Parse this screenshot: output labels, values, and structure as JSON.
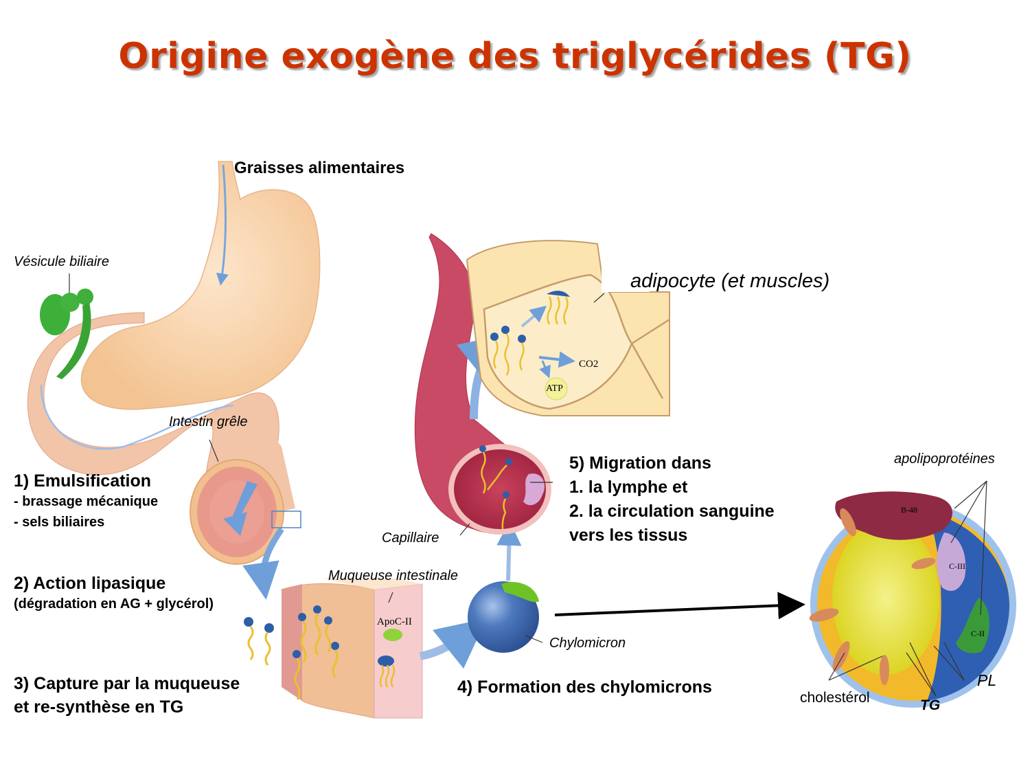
{
  "title": "Origine exogène des triglycérides (TG)",
  "colors": {
    "title": "#cc3300",
    "organ_flesh": "#f6c9a0",
    "intestine_pink": "#f1b9a6",
    "gallbladder_green": "#3aa335",
    "vessel_red": "#b8354e",
    "adipocyte_cream": "#fbe4b0",
    "arrow_blue": "#7aa6dd",
    "phospholipid_blue": "#2d5ea8",
    "fatty_acid_yellow": "#e9c12e",
    "apoB48": "#8e2a44",
    "apoCIII": "#c7a9d8",
    "apoCII": "#3a9a3a",
    "cholesterol": "#d98a5b"
  },
  "labels": {
    "food_fats": "Graisses alimentaires",
    "gallbladder": "Vésicule biliaire",
    "small_intestine": "Intestin grêle",
    "adipocyte": "adipocyte (et muscles)",
    "capillary": "Capillaire",
    "intestinal_mucosa": "Muqueuse intestinale",
    "apoc2_inset": "ApoC-II",
    "chylomicron": "Chylomicron",
    "co2": "CO2",
    "atp": "ATP"
  },
  "steps": [
    {
      "heading": "1) Emulsification",
      "lines": [
        "- brassage mécanique",
        "- sels biliaires"
      ]
    },
    {
      "heading": "2) Action lipasique",
      "lines": [
        "(dégradation en AG + glycérol)"
      ]
    },
    {
      "heading": "3) Capture par la muqueuse",
      "lines": [
        "et re-synthèse en TG"
      ]
    },
    {
      "heading": "4) Formation des chylomicrons",
      "lines": []
    },
    {
      "heading": "5) Migration dans",
      "lines": [
        "1. la lymphe et",
        "2. la circulation sanguine",
        "vers les tissus"
      ]
    }
  ],
  "chylomicron_detail": {
    "apolipoproteins_label": "apolipoprotéines",
    "apo_labels": [
      "B-48",
      "C-III",
      "C-II"
    ],
    "cholesterol_label": "cholestérol",
    "tg_label": "TG",
    "pl_label": "PL"
  }
}
